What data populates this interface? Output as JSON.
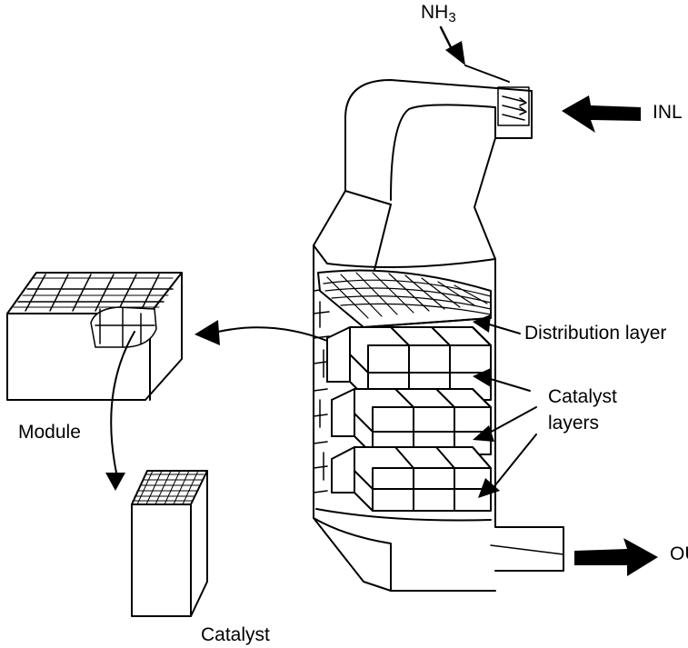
{
  "labels": {
    "nh3_main": "NH",
    "nh3_sub": "3",
    "inlet": "INL",
    "outlet": "OU",
    "distribution_layer": "Distribution layer",
    "catalyst_layers_line1": "Catalyst",
    "catalyst_layers_line2": "layers",
    "module": "Module",
    "catalyst": "Catalyst"
  },
  "colors": {
    "ink": "#000000",
    "background": "#ffffff"
  }
}
